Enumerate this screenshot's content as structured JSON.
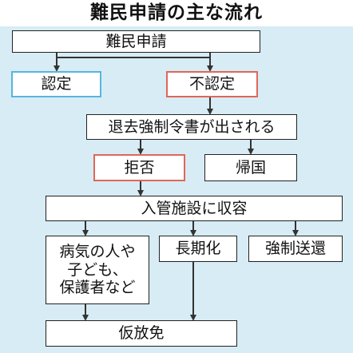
{
  "title": "難民申請の主な流れ",
  "nodes": {
    "application": "難民申請",
    "approved": "認定",
    "rejected": "不認定",
    "deportation_order": "退去強制令書が出される",
    "refusal": "拒否",
    "return_home": "帰国",
    "detention": "入管施設に収容",
    "vulnerable": [
      "病気の人や",
      "子ども、",
      "保護者など"
    ],
    "prolonged": "長期化",
    "forced_deportation": "強制送還",
    "provisional_release": "仮放免"
  },
  "colors": {
    "background": "#d7ecf4",
    "approved_border": "#5ab4e0",
    "rejected_border": "#e0665a",
    "line": "#333333"
  }
}
